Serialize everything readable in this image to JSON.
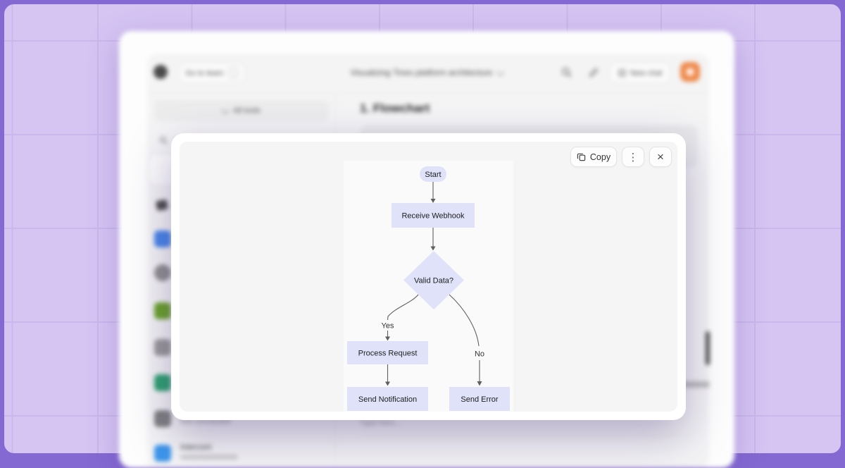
{
  "app": {
    "header": {
      "back_label": "Go to team",
      "title": "Visualizing Tines platform architecture",
      "new_chat_label": "New chat"
    },
    "sidebar": {
      "all_tools_label": "All tools",
      "not_connected_label": "Not connected",
      "intercom_label": "Intercom",
      "tool_icon_colors": [
        "#4a86e8",
        "#909090",
        "#6ba32a",
        "#9a9a9a",
        "#2fa271",
        "#808080",
        "#3d96ea"
      ]
    },
    "content": {
      "heading": "1. Flowchart",
      "input_placeholder": "Type here..."
    }
  },
  "modal": {
    "copy_label": "Copy",
    "dots_icon": "⋮",
    "close_icon": "×"
  },
  "flowchart": {
    "nodes": [
      {
        "id": "start",
        "type": "stadium",
        "label": "Start"
      },
      {
        "id": "receive_webhook",
        "type": "process",
        "label": "Receive Webhook"
      },
      {
        "id": "valid_data",
        "type": "decision",
        "label": "Valid Data?"
      },
      {
        "id": "process_request",
        "type": "process",
        "label": "Process Request"
      },
      {
        "id": "send_notification",
        "type": "process",
        "label": "Send Notification"
      },
      {
        "id": "send_error",
        "type": "process",
        "label": "Send Error"
      }
    ],
    "edges": [
      {
        "from": "start",
        "to": "receive_webhook",
        "label": ""
      },
      {
        "from": "receive_webhook",
        "to": "valid_data",
        "label": ""
      },
      {
        "from": "valid_data",
        "to": "process_request",
        "label": "Yes"
      },
      {
        "from": "valid_data",
        "to": "send_error",
        "label": "No"
      },
      {
        "from": "process_request",
        "to": "send_notification",
        "label": ""
      }
    ]
  },
  "colors": {
    "page_background": "#d6c5f3",
    "grid_line": "#cbb7eb",
    "frame_border": "#8569d3",
    "node_fill": "#dfe2f8",
    "accent_orange": "#ef8a4c"
  }
}
